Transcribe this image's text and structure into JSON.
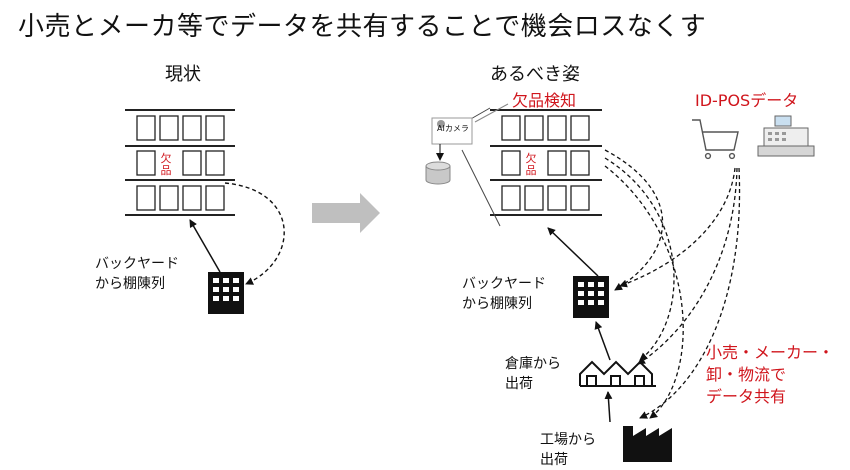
{
  "title": "小売とメーカ等でデータを共有することで機会ロスなくす",
  "left": {
    "heading": "現状",
    "shelf_tag": "欠品",
    "backyard_label": [
      "バックヤード",
      "から棚陳列"
    ]
  },
  "right": {
    "heading": "あるべき姿",
    "detection_label": "欠品検知",
    "ai_camera_label": "AIカメラ",
    "shelf_tag": "欠品",
    "idpos_label": "ID-POSデータ",
    "backyard_label": [
      "バックヤード",
      "から棚陳列"
    ],
    "warehouse_label": [
      "倉庫から",
      "出荷"
    ],
    "factory_label": [
      "工場から",
      "出荷"
    ],
    "sharing_label": [
      "小売・メーカー・",
      "卸・物流で",
      "データ共有"
    ]
  },
  "colors": {
    "accent_red": "#d0151c",
    "arrow_gray": "#bfbfbf",
    "line": "#111111"
  },
  "icons": [
    "shelf-icon",
    "store-building-icon",
    "warehouse-icon",
    "factory-icon",
    "cart-icon",
    "cash-register-icon",
    "database-icon",
    "arrow-right-icon"
  ]
}
